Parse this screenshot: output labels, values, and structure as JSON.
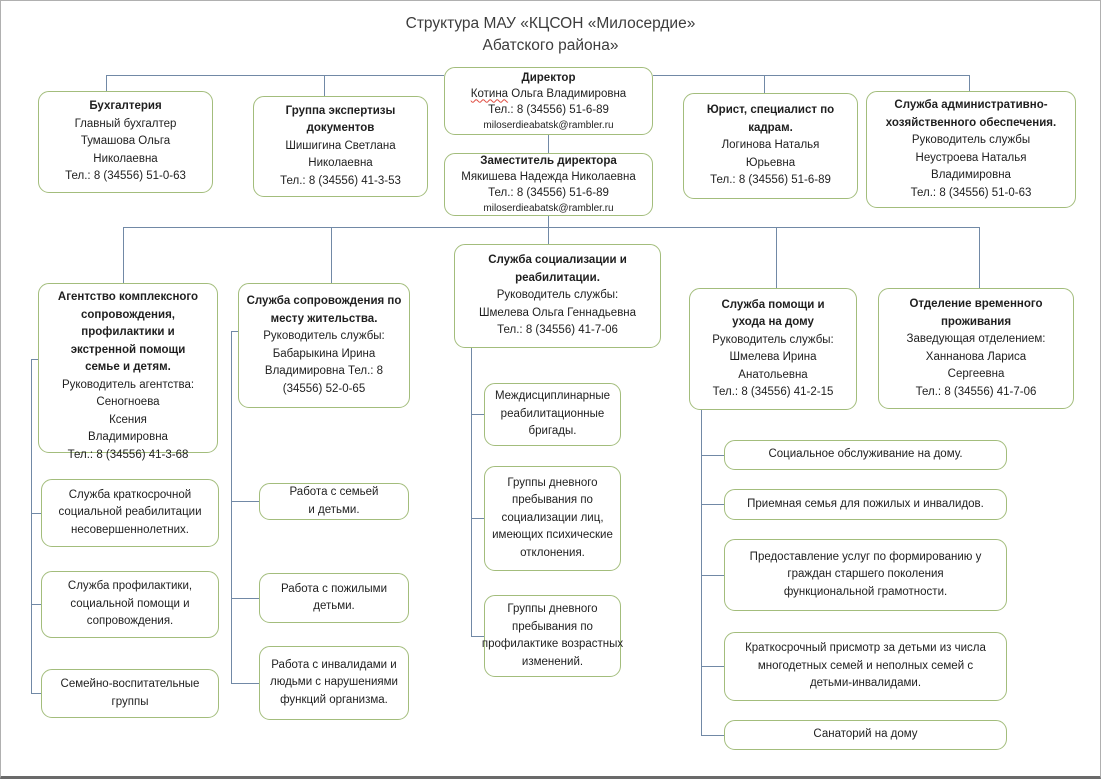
{
  "page": {
    "title_line1": "Структура МАУ «КЦСОН «Милосердие»",
    "title_line2": "Абатского района»"
  },
  "colors": {
    "box_border": "#a3bd7c",
    "connector_line": "#7189a6",
    "spellcheck_underline": "#e04a3f"
  },
  "nodes": {
    "director": {
      "title": "Директор",
      "name_marked": "Котина",
      "name_rest": "Ольга Владимировна",
      "phone": "Тел.: 8 (34556) 51-6-89",
      "email": "miloserdieabatsk@rambler.ru"
    },
    "deputy": {
      "title": "Заместитель директора",
      "body": "Мякишева Надежда Николаевна\nТел.: 8 (34556) 51-6-89",
      "email": "miloserdieabatsk@rambler.ru"
    },
    "accounting": {
      "title": "Бухгалтерия",
      "body": "Главный бухгалтер\nТумашова Ольга\nНиколаевна\nТел.: 8 (34556) 51-0-63"
    },
    "expertise": {
      "title": "Группа экспертизы\nдокументов",
      "body": "Шишигина Светлана\nНиколаевна\nТел.: 8 (34556) 41-3-53"
    },
    "lawyer": {
      "title": "Юрист, специалист по\nкадрам.",
      "body": "Логинова Наталья\nЮрьевна\nТел.: 8 (34556) 51-6-89"
    },
    "admin_service": {
      "title": "Служба административно-\nхозяйственного обеспечения.",
      "body": "Руководитель службы\nНеустроева Наталья\nВладимировна\nТел.: 8 (34556) 51-0-63"
    },
    "agency": {
      "title": "Агентство комплексного\nсопровождения,\nпрофилактики и\nэкстренной помощи\nсемье и детям.",
      "body": "Руководитель агентства:\nСеногноева\nКсения\nВладимировна\nТел.: 8 (34556) 41-3-68"
    },
    "short_term_rehab": {
      "body": "Служба краткосрочной\nсоциальной реабилитации\nнесовершеннолетних."
    },
    "prevention_service": {
      "body": "Служба профилактики,\nсоциальной помощи и\nсопровождения."
    },
    "family_groups": {
      "body": "Семейно-воспитательные\nгруппы"
    },
    "residence_support": {
      "title": "Служба сопровождения по\nместу жительства.",
      "body": "Руководитель службы:\nБабарыкина Ирина\nВладимировна Тел.: 8\n(34556) 52-0-65"
    },
    "work_family": {
      "body": "Работа с семьей\nи детьми."
    },
    "work_elderly": {
      "body": "Работа с пожилыми\nдетьми."
    },
    "work_disabled": {
      "body": "Работа с инвалидами и\nлюдьми с нарушениями\nфункций организма."
    },
    "socialization": {
      "title": "Служба социализации и\nреабилитации.",
      "body": "Руководитель службы:\nШмелева Ольга Геннадьевна\nТел.: 8 (34556) 41-7-06"
    },
    "brigades": {
      "body": "Междисциплинарные\nреабилитационные\nбригады."
    },
    "day_groups_social": {
      "body": "Группы дневного\nпребывания по\nсоциализации лиц,\nимеющих психические\nотклонения."
    },
    "day_groups_age": {
      "body": "Группы дневного\nпребывания по\nпрофилактике возрастных\nизменений."
    },
    "home_help": {
      "title": "Служба помощи и\nухода на дому",
      "body": "Руководитель службы:\nШмелева Ирина\nАнатольевна\nТел.: 8 (34556) 41-2-15"
    },
    "temp_stay": {
      "title": "Отделение временного\nпроживания",
      "body": "Заведующая отделением:\nХаннанова Лариса\nСергеевна\nТел.: 8 (34556) 41-7-06"
    },
    "home_social": {
      "body": "Социальное обслуживание на дому."
    },
    "foster_family": {
      "body": "Приемная семья для пожилых и инвалидов."
    },
    "literacy": {
      "body": "Предоставление услуг по формированию у\nграждан старшего поколения\nфункциональной грамотности."
    },
    "short_childcare": {
      "body": "Краткосрочный присмотр за детьми из числа\nмногодетных семей и неполных семей с\nдетьми-инвалидами."
    },
    "home_sanatorium": {
      "body": "Санаторий на дому"
    }
  }
}
